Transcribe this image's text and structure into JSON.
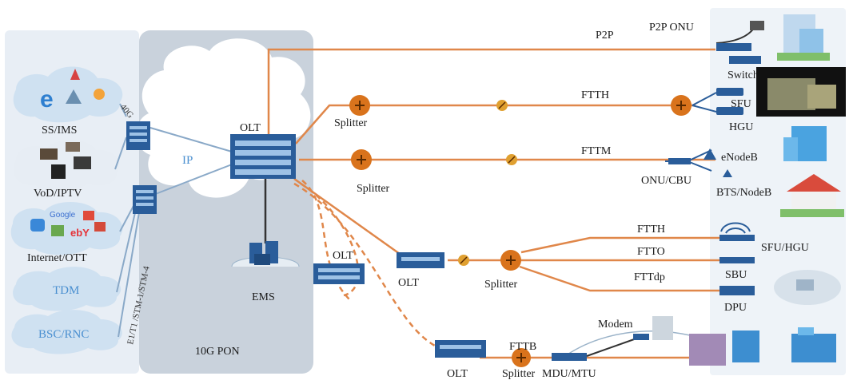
{
  "colors": {
    "fiber": "#e0874a",
    "panel_left": "#e8eef5",
    "panel_right": "#eef3f8",
    "pon_panel": "#c9d2dc",
    "cloud_fill": "#cfe1f1",
    "cloud_text": "#4a8fd0",
    "device": "#2a5d9a",
    "splitter": "#d9731c"
  },
  "left_services": [
    {
      "label": "SS/IMS"
    },
    {
      "label": "VoD/IPTV"
    },
    {
      "label": "Internet/OTT"
    },
    {
      "label": "TDM"
    },
    {
      "label": "BSC/RNC"
    }
  ],
  "left_links": {
    "label_top": "40G",
    "label_bottom": "E1/T1 /STM-1/STM-4"
  },
  "core": {
    "ip_label": "IP",
    "pon_label": "10G PON",
    "olt_label": "OLT",
    "ems_label": "EMS"
  },
  "secondary_olts": [
    {
      "label": "OLT"
    },
    {
      "label": "OLT"
    },
    {
      "label": "OLT"
    }
  ],
  "splitters": [
    {
      "label": "Splitter"
    },
    {
      "label": "Splitter"
    },
    {
      "label": "Splitter"
    },
    {
      "label": "Splitter"
    }
  ],
  "links": [
    "P2P",
    "FTTH",
    "FTTM",
    "FTTH",
    "FTTO",
    "FTTdp",
    "FTTB"
  ],
  "endpoints": [
    {
      "label": "P2P ONU"
    },
    {
      "label": "Switch"
    },
    {
      "label": "SFU"
    },
    {
      "label": "HGU"
    },
    {
      "label": "eNodeB"
    },
    {
      "label": "ONU/CBU"
    },
    {
      "label": "BTS/NodeB"
    },
    {
      "label": "SFU/HGU"
    },
    {
      "label": "SBU"
    },
    {
      "label": "DPU"
    },
    {
      "label": "Modem"
    },
    {
      "label": "MDU/MTU"
    }
  ]
}
